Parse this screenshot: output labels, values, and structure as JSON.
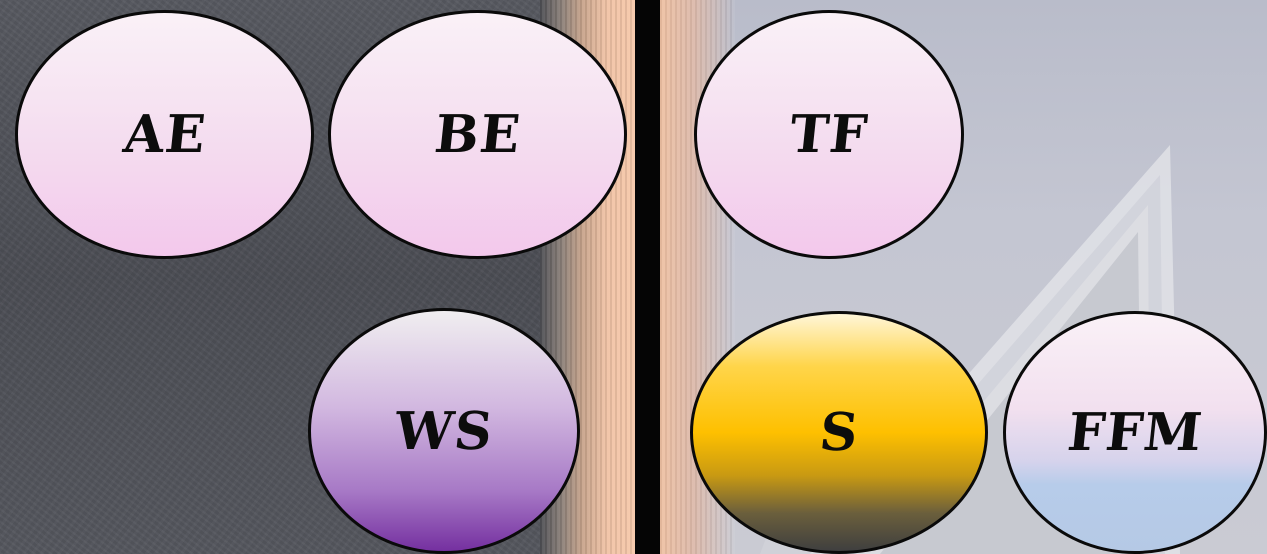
{
  "buttons": {
    "ae": {
      "label": "AE"
    },
    "be": {
      "label": "BE"
    },
    "tf": {
      "label": "TF"
    },
    "ws": {
      "label": "WS"
    },
    "s": {
      "label": "S"
    },
    "ffm": {
      "label": "FFM"
    }
  },
  "colors": {
    "left_panel": "#4f5157",
    "right_panel": "#c4c6d2",
    "divider": "#050505",
    "circle_border": "#0a0a0a",
    "pink": "#f3c8ec",
    "purple": "#7530a0",
    "gold": "#fec000",
    "light_blue": "#b5c9e5"
  }
}
